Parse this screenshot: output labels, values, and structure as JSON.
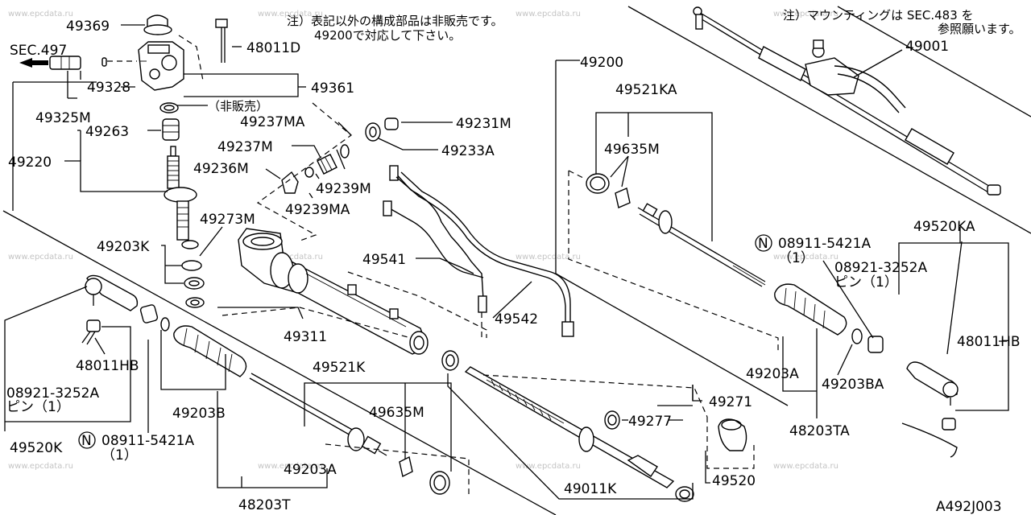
{
  "notes": {
    "top_center_line1": "注）表記以外の構成部品は非販売です。",
    "top_center_line2": "49200で対応して下さい。",
    "top_right_line1": "注）マウンティングは SEC.483 を",
    "top_right_line2": "参照願います。",
    "hanbai": "（非販売）"
  },
  "figure_code": "A492J003",
  "watermark": "www.epcdata.ru",
  "labels": {
    "sec497": "SEC.497",
    "l49369": "49369",
    "l48011D": "48011D",
    "l49328": "49328",
    "l49325M": "49325M",
    "l49361": "49361",
    "l49263": "49263",
    "l49220": "49220",
    "l49237MA": "49237MA",
    "l49231M": "49231M",
    "l49237M": "49237M",
    "l49233A": "49233A",
    "l49236M": "49236M",
    "l49239M": "49239M",
    "l49239MA": "49239MA",
    "l49200": "49200",
    "l49001": "49001",
    "l49273M": "49273M",
    "l49203K": "49203K",
    "l49541": "49541",
    "l49542": "49542",
    "l49311": "49311",
    "l49521KA": "49521KA",
    "l49635M_r": "49635M",
    "n_r": "N",
    "l08911_r": "08911-5421A",
    "l08911_r_qty": "（1）",
    "l08921_r": "08921-3252A",
    "l08921_r_pin": "ピン（1）",
    "l49520KA": "49520KA",
    "l48011HB_r": "48011HB",
    "l49203A_r": "49203A",
    "l49203BA": "49203BA",
    "l48203TA": "48203TA",
    "l48011HB_l": "48011HB",
    "l08921_l": "08921-3252A",
    "l08921_l_pin": "ピン（1）",
    "l49520K": "49520K",
    "n_l": "N",
    "l08911_l": "08911-5421A",
    "l08911_l_qty": "（1）",
    "l49203B": "49203B",
    "l49521K": "49521K",
    "l49635M_l": "49635M",
    "l49203A_l": "49203A",
    "l48203T": "48203T",
    "l49271": "49271",
    "l49277": "49277",
    "l49011K": "49011K",
    "l49520": "49520"
  }
}
